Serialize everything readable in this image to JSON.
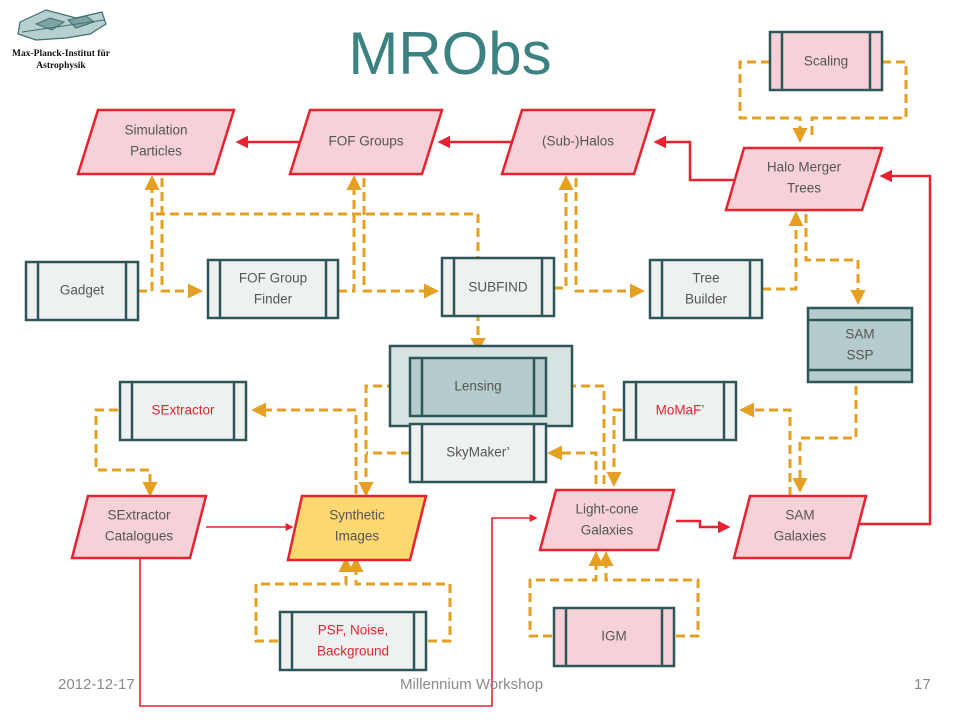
{
  "slide": {
    "title": "MRObs",
    "logo_text_line1": "Max-Planck-Institut für",
    "logo_text_line2": "Astrophysik",
    "footer_date": "2012-12-17",
    "footer_center": "Millennium Workshop",
    "page_number": "17"
  },
  "colors": {
    "title": "#3d8282",
    "data_fill": "#f6d2d8",
    "data_stroke": "#e8232f",
    "process_fill": "#eef1f1",
    "process_stroke": "#2f5656",
    "ssp_fill": "#b6cbcb",
    "images_fill": "#fdd870",
    "dashed_arrow": "#e5a023",
    "solid_arrow": "#e8232f"
  },
  "nodes": {
    "simulation_particles": [
      "Simulation",
      "Particles"
    ],
    "fof_groups": [
      "FOF Groups"
    ],
    "sub_halos": [
      "(Sub-)Halos"
    ],
    "halo_merger_trees": [
      "Halo Merger",
      "Trees"
    ],
    "scaling": [
      "Scaling"
    ],
    "gadget": [
      "Gadget"
    ],
    "fof_group_finder": [
      "FOF Group",
      "Finder"
    ],
    "subfind": [
      "SUBFIND"
    ],
    "tree_builder": [
      "Tree",
      "Builder"
    ],
    "sam_ssp": [
      "SAM",
      "SSP"
    ],
    "lensing": [
      "Lensing"
    ],
    "sextractor": [
      "SExtractor"
    ],
    "momaf": [
      "MoMaF’"
    ],
    "skymaker": [
      "SkyMaker’"
    ],
    "sextractor_catalogues": [
      "SExtractor",
      "Catalogues"
    ],
    "synthetic_images": [
      "Synthetic",
      "Images"
    ],
    "light_cone_galaxies": [
      "Light-cone",
      "Galaxies"
    ],
    "sam_galaxies": [
      "SAM",
      "Galaxies"
    ],
    "psf_noise_background": [
      "PSF, Noise,",
      "Background"
    ],
    "igm": [
      "IGM"
    ]
  }
}
